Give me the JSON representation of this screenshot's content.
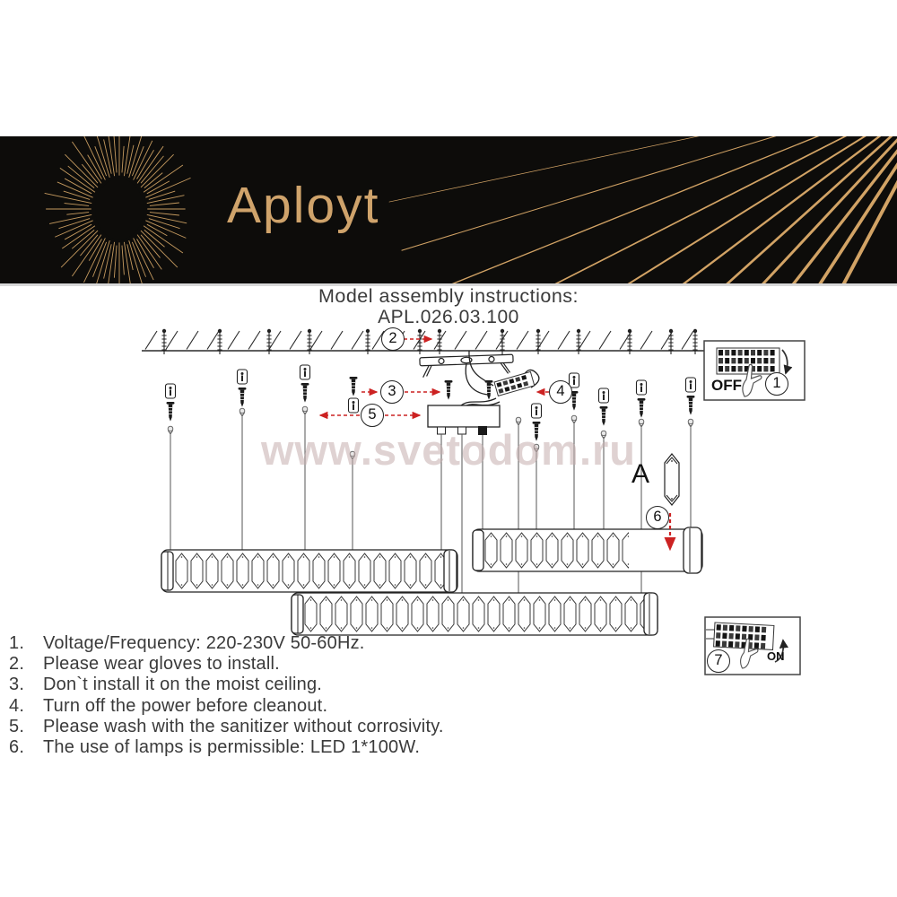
{
  "brand": {
    "name": "Aployt"
  },
  "title": {
    "line1": "Model assembly instructions:",
    "line2": "APL.026.03.100"
  },
  "watermark": {
    "text": "www.svetodom.ru"
  },
  "diagram": {
    "callouts": [
      "1",
      "2",
      "3",
      "4",
      "5",
      "6",
      "7"
    ],
    "labels": {
      "off": "OFF",
      "on": "ON",
      "part_a": "A"
    },
    "colors": {
      "banner_background": "#0d0c0a",
      "brand_gold": "#cfa36b",
      "arrow_red": "#cc2222",
      "line": "#2a2a2a",
      "watermark": "#c4adad"
    }
  },
  "instructions": {
    "items": [
      {
        "num": "1.",
        "text": "Voltage/Frequency: 220-230V 50-60Hz."
      },
      {
        "num": "2.",
        "text": "Please wear gloves to install."
      },
      {
        "num": "3.",
        "text": "Don`t install it on the moist ceiling."
      },
      {
        "num": "4.",
        "text": "Turn off the power before cleanout."
      },
      {
        "num": "5.",
        "text": "Please wash with the sanitizer without corrosivity."
      },
      {
        "num": "6.",
        "text": "The use of lamps is permissible: LED 1*100W."
      }
    ]
  }
}
